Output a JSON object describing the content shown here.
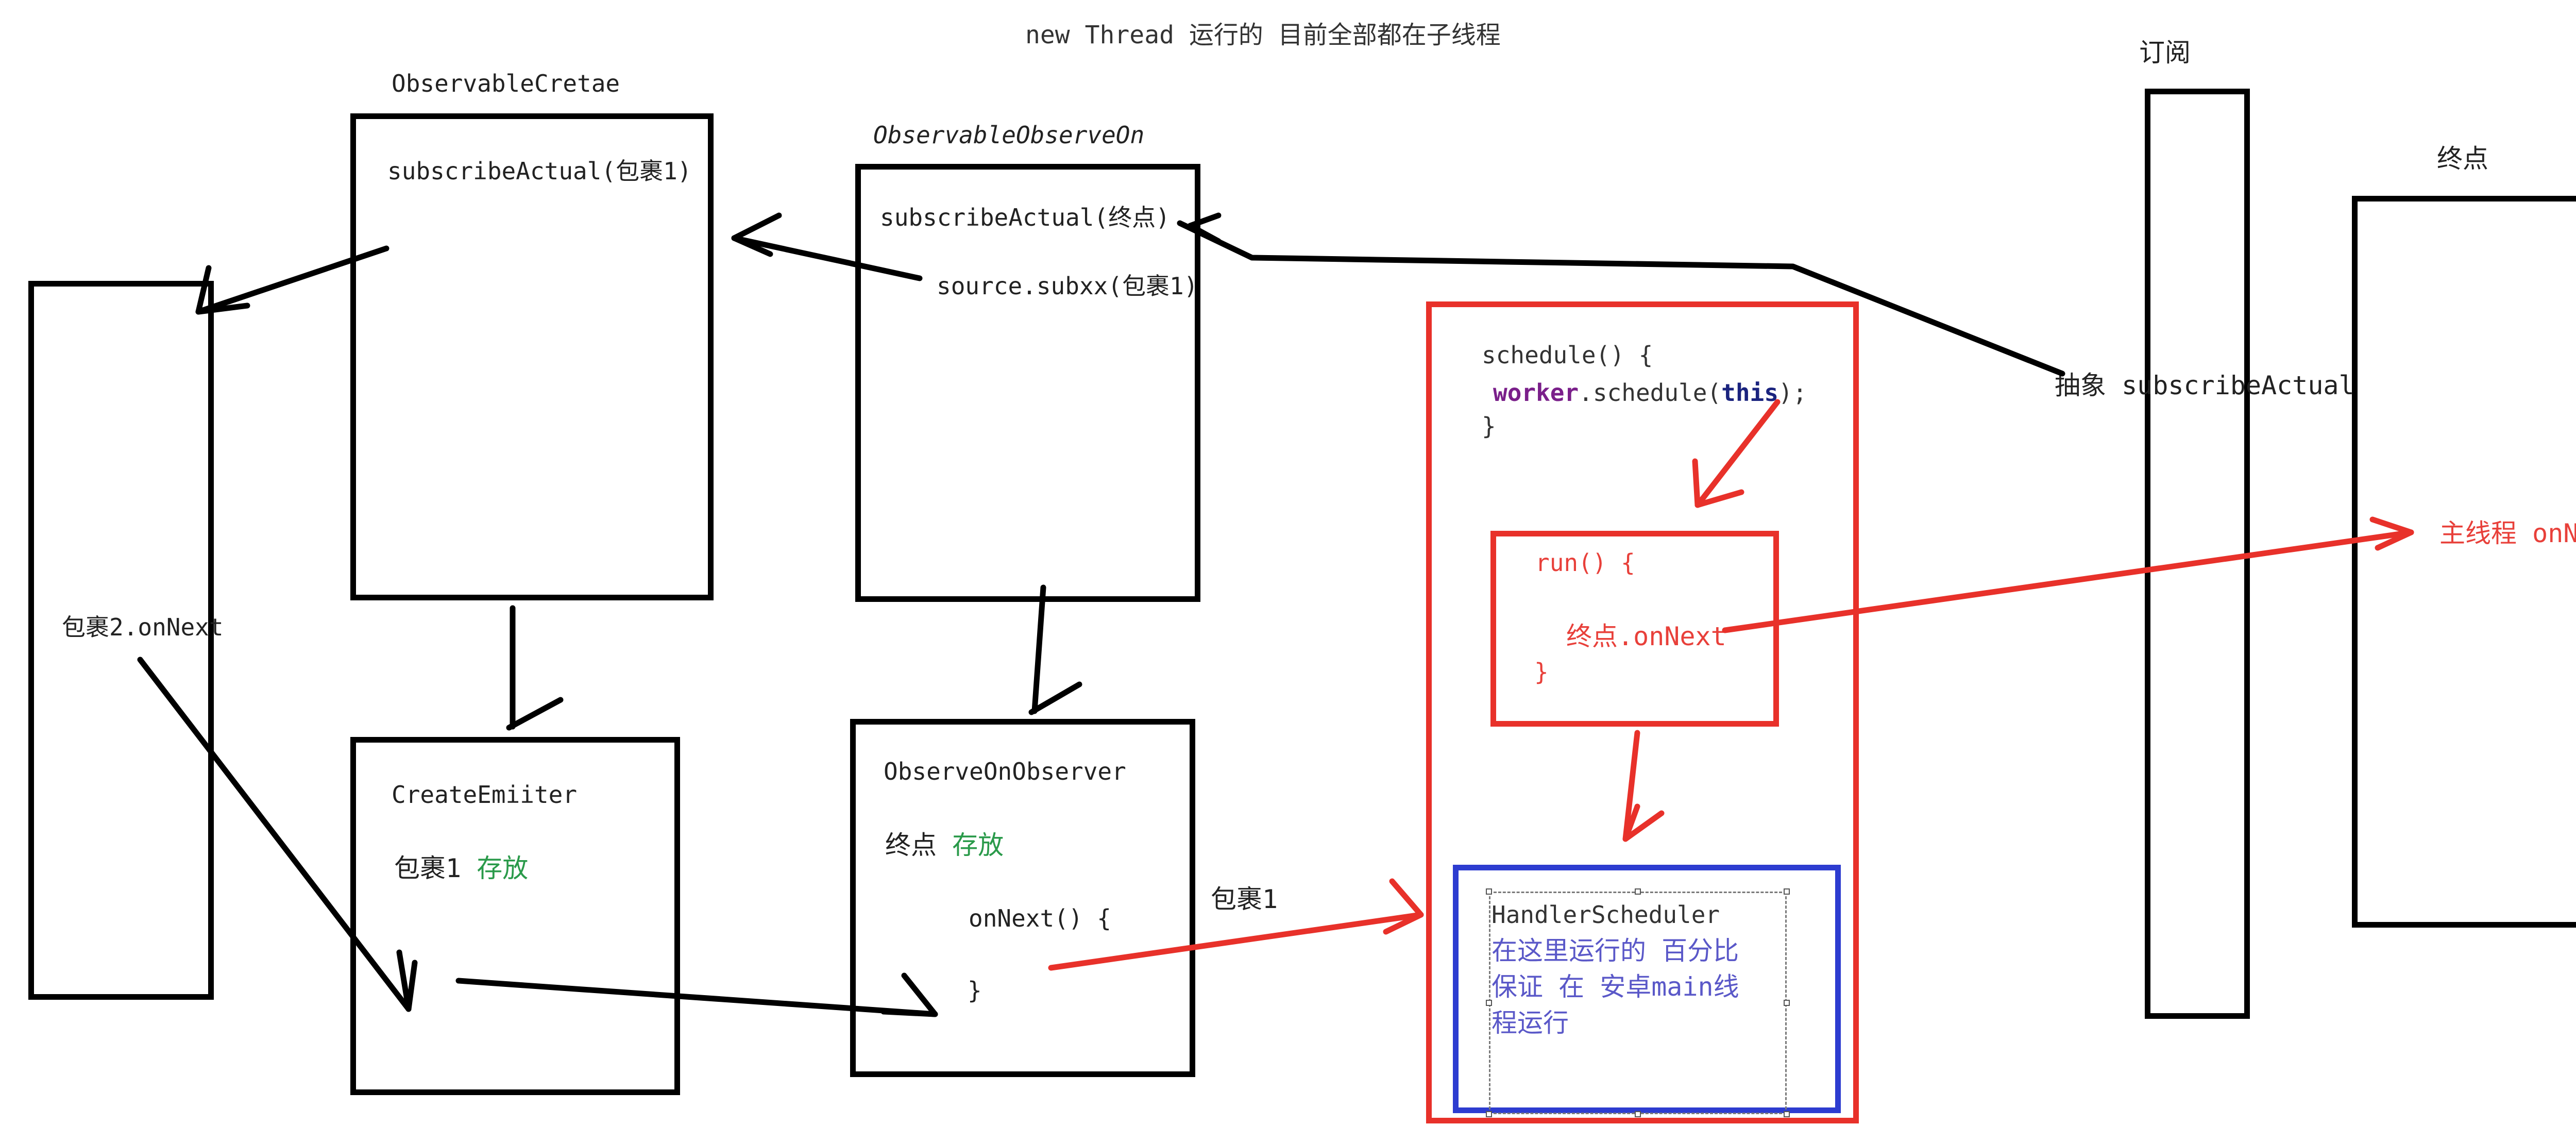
{
  "title": "new Thread 运行的  目前全部都在子线程",
  "observable_create": {
    "label": "ObservableCretae",
    "code": "subscribeActual(包裹1)"
  },
  "observable_observe_on": {
    "label": "ObservableObserveOn",
    "code1": "subscribeActual(终点)",
    "code2": "source.subxx(包裹1)"
  },
  "create_emitter": {
    "label": "CreateEmiiter",
    "text": "包裹1",
    "store": "存放"
  },
  "observe_on_observer": {
    "label": "ObserveOnObserver",
    "text": "终点",
    "store": "存放",
    "onnext_open": "onNext() {",
    "onnext_close": "}"
  },
  "left_label": "包裹2.onNext",
  "package1_label": "包裹1",
  "scheduler": {
    "line1": "schedule() {",
    "worker": "worker",
    "call_pre": ".schedule(",
    "this_kw": "this",
    "call_post": ");",
    "line3": "}"
  },
  "run_box": {
    "line1": "run() {",
    "line2": "终点.onNext",
    "line3": "}"
  },
  "handler": {
    "name": "HandlerScheduler",
    "desc1": "在这里运行的 百分比",
    "desc2": "保证  在 安卓main线",
    "desc3": "程运行"
  },
  "subscribe": {
    "label": "订阅",
    "note": "抽象 subscribeActual"
  },
  "end": {
    "label": "终点",
    "note": "主线程 onNext"
  },
  "colors": {
    "black_line": "#000000",
    "red_line": "#e8312a",
    "blue_box": "#2d3cd0",
    "green_text": "#2a9a4a"
  }
}
